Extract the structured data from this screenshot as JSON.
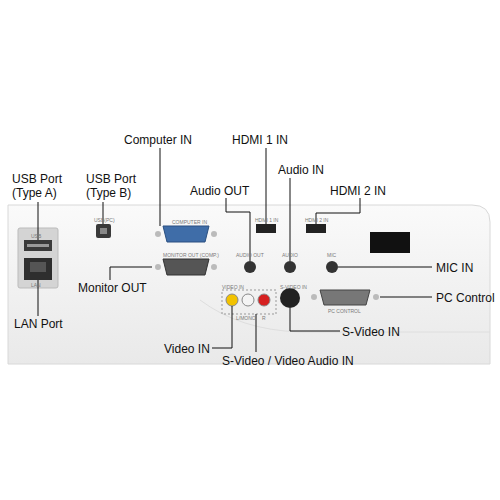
{
  "diagram": {
    "labels": [
      "Computer IN",
      "HDMI 1 IN",
      "Audio IN",
      "USB Port (Type A)",
      "USB Port (Type B)",
      "Audio OUT",
      "HDMI 2 IN",
      "MIC IN",
      "Monitor OUT",
      "PC Control",
      "LAN Port",
      "S-Video IN",
      "Video IN",
      "S-Video / Video Audio IN",
      "USB",
      "LAN",
      "USB(PC)",
      "COMPUTER IN",
      "MONITOR OUT (COMP.)",
      "HDMI 1 IN",
      "HDMI 2 IN",
      "AUDIO OUT",
      "AUDIO",
      "MIC",
      "VIDEO IN",
      "S-VIDEO IN",
      "L/MONO",
      "R",
      "PC CONTROL"
    ]
  }
}
